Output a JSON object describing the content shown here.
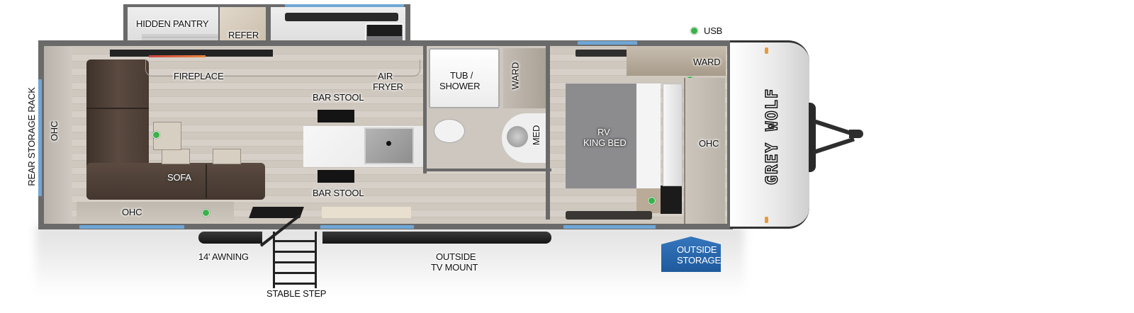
{
  "floorplan": {
    "brand": "GREY WOLF",
    "legend": {
      "usb_label": "USB",
      "usb_color": "#3cb04a"
    },
    "rooms": {
      "hidden_pantry": "HIDDEN PANTRY",
      "refer": "REFER",
      "fireplace": "FIREPLACE",
      "air_fryer_line1": "AIR",
      "air_fryer_line2": "FRYER",
      "bar_stool_top": "BAR STOOL",
      "bar_stool_bottom": "BAR STOOL",
      "tub_shower_line1": "TUB /",
      "tub_shower_line2": "SHOWER",
      "ward_bath": "WARD",
      "med": "MED",
      "bed_line1": "RV",
      "bed_line2": "KING BED",
      "ward_bedroom": "WARD",
      "ohc_front": "OHC",
      "ohc_rear": "OHC",
      "ohc_sofa": "OHC",
      "sofa": "SOFA",
      "rear_storage_rack": "REAR STORAGE RACK"
    },
    "exterior": {
      "awning": "14' AWNING",
      "stable_step": "STABLE STEP",
      "outside_tv_line1": "OUTSIDE",
      "outside_tv_line2": "TV MOUNT",
      "outside_storage_line1": "OUTSIDE",
      "outside_storage_line2": "STORAGE"
    },
    "colors": {
      "wall": "#6a6a6a",
      "window": "#6fa6d6",
      "sofa": "#4e3f36",
      "bed": "#8c8c8e",
      "storage_badge": "#2b6cb0"
    }
  }
}
